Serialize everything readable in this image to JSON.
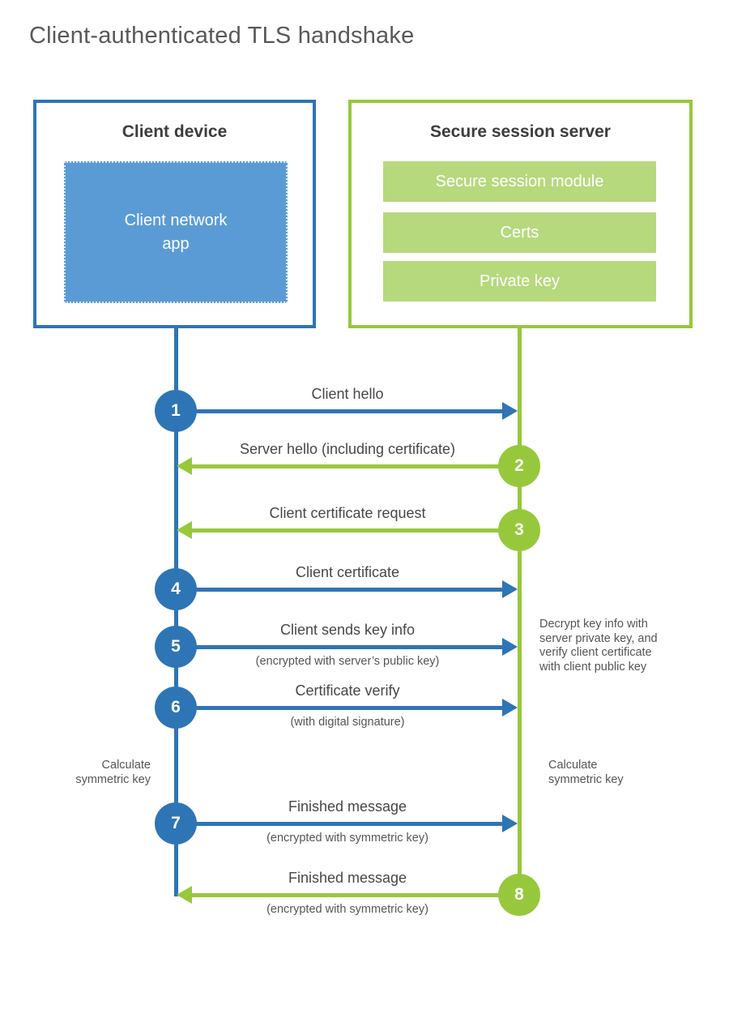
{
  "title": "Client-authenticated TLS handshake",
  "colors": {
    "blue": "#2e75b6",
    "blue_fill": "#5b9bd5",
    "green": "#97c83c",
    "green_fill": "#b6d97d"
  },
  "client": {
    "title": "Client device",
    "app_label": "Client network\napp"
  },
  "server": {
    "title": "Secure session server",
    "modules": [
      "Secure session module",
      "Certs",
      "Private key"
    ]
  },
  "steps": [
    {
      "num": "1",
      "from": "client",
      "label": "Client hello"
    },
    {
      "num": "2",
      "from": "server",
      "label": "Server hello (including certificate)"
    },
    {
      "num": "3",
      "from": "server",
      "label": "Client certificate request"
    },
    {
      "num": "4",
      "from": "client",
      "label": "Client certificate"
    },
    {
      "num": "5",
      "from": "client",
      "label": "Client sends key info",
      "sub": "(encrypted with server’s public key)"
    },
    {
      "num": "6",
      "from": "client",
      "label": "Certificate verify",
      "sub": "(with digital signature)"
    },
    {
      "num": "7",
      "from": "client",
      "label": "Finished message",
      "sub": "(encrypted with symmetric key)"
    },
    {
      "num": "8",
      "from": "server",
      "label": "Finished message",
      "sub": "(encrypted with symmetric key)"
    }
  ],
  "annotations": {
    "decrypt_note": "Decrypt key info with\nserver private key, and\nverify client certificate\nwith client public key",
    "calc_left": "Calculate\nsymmetric key",
    "calc_right": "Calculate\nsymmetric key"
  }
}
